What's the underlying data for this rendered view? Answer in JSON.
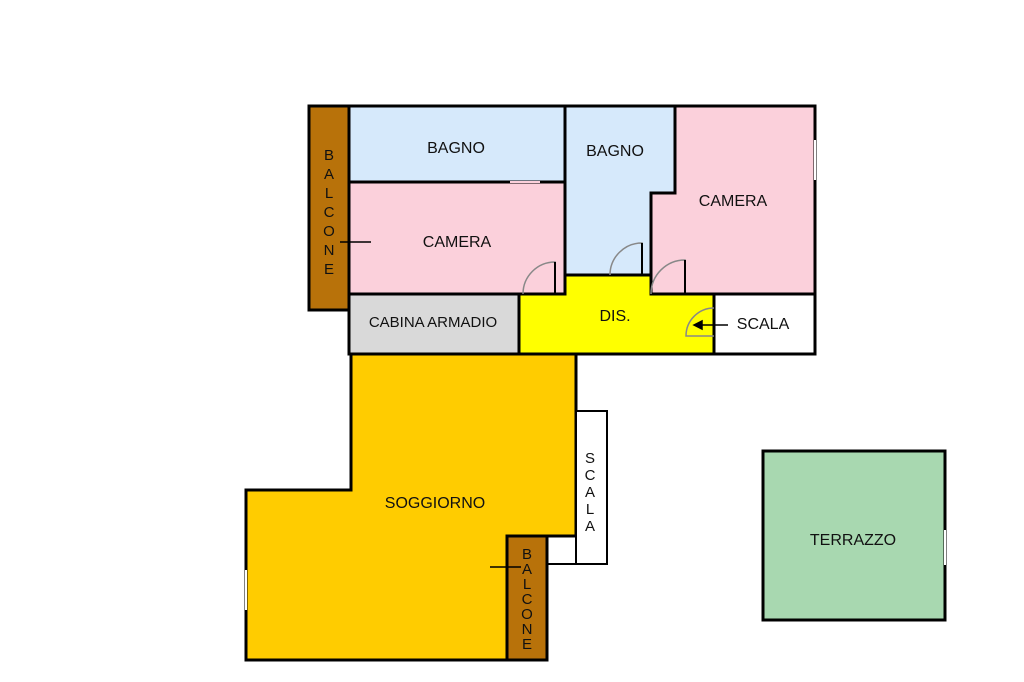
{
  "rooms": {
    "bagno_left": {
      "label": "BAGNO",
      "color": "#d6e9fb"
    },
    "bagno_mid": {
      "label": "BAGNO",
      "color": "#d6e9fb"
    },
    "camera_left": {
      "label": "CAMERA",
      "color": "#fbd0db"
    },
    "camera_right": {
      "label": "CAMERA",
      "color": "#fbd0db"
    },
    "cabina": {
      "label": "CABINA ARMADIO",
      "color": "#d9d9d9"
    },
    "dis": {
      "label": "DIS.",
      "color": "#ffff00"
    },
    "scala_right": {
      "label": "SCALA",
      "color": "#ffffff"
    },
    "scala_vertical": {
      "label": "SCALA",
      "color": "#ffffff"
    },
    "soggiorno": {
      "label": "SOGGIORNO",
      "color": "#ffcc00"
    },
    "balcone_top": {
      "label": "BALCONE",
      "color": "#b8720a"
    },
    "balcone_bottom": {
      "label": "BALCONE",
      "color": "#b8720a"
    },
    "terrazzo": {
      "label": "TERRAZZO",
      "color": "#a8d8b0"
    }
  },
  "colors": {
    "wall": "#000000",
    "door": "#888888"
  }
}
